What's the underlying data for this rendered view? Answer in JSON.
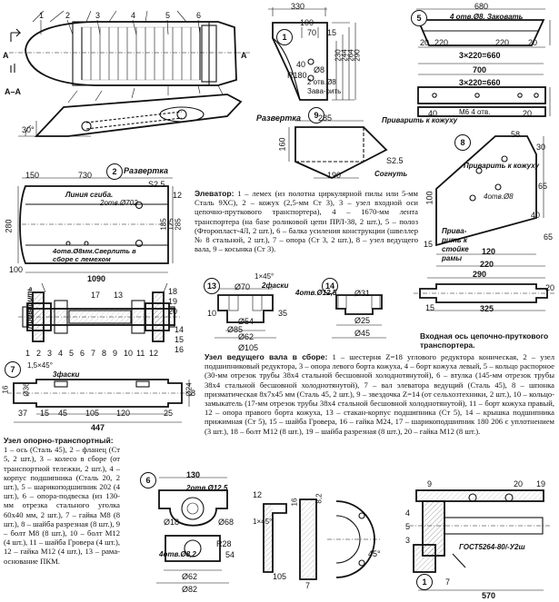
{
  "figures": {
    "fig1": {
      "section_label": "A–A",
      "arrow_a": "A",
      "angle_30": "30°",
      "callouts": [
        "1",
        "2",
        "3",
        "4",
        "5",
        "6"
      ]
    },
    "fig_dims_330": {
      "d330": "330",
      "d100": "100",
      "d70": "70",
      "d15": "15",
      "r180": "R180",
      "d8": "Ø8",
      "d40": "40",
      "slot_text": "2 отв.Ø8",
      "weld_text": "Зава-рить",
      "d230": "230",
      "d244": "244",
      "d264": "264",
      "d290": "290",
      "badge": "1"
    },
    "fig5": {
      "badge": "5",
      "d680": "680",
      "hole_text": "4 отв.Ø8. Заковать",
      "d20": "20",
      "d220": "220",
      "d3x220": "3×220=660",
      "d700": "700",
      "d3x220b": "3×220=660",
      "d40": "40",
      "d20b": "20",
      "bolt_text": "М6 4 отв."
    },
    "fig_razv9": {
      "title": "Развертка",
      "badge": "9",
      "d285": "285",
      "d160": "160",
      "d190": "190",
      "weld_text": "Приварить к кожуху",
      "s25": "S2.5",
      "bend_text": "Согнуть"
    },
    "fig_corner8": {
      "badge": "8",
      "d58": "58",
      "d30": "30",
      "d65": "65",
      "holes": "4отв.Ø8",
      "d120": "120",
      "d220": "220",
      "weld_text": "Приварить к кожуху",
      "weld_text2": "Прива-рить к стойке рамы",
      "d40": "40",
      "d15": "15",
      "d100": "100",
      "d65b": "65"
    },
    "fig2": {
      "badge": "2",
      "title": "Развертка",
      "d150": "150",
      "d730": "730",
      "line_text": "Линия сгиба.",
      "s25": "S2.5",
      "d280": "280",
      "holes1": "2отв.Ø702",
      "d125": "125",
      "d285": "285",
      "d185": "185",
      "holes2": "4отв.Ø8мм.Сверлить в сборе с лемехом",
      "d100": "100",
      "d1090": "1090",
      "d12": "12"
    },
    "fig_13_14": {
      "badge13": "13",
      "badge14": "14",
      "chamfer": "1×45°",
      "holes": "2фаски",
      "holes2": "4отв.Ø12,5",
      "d70": "Ø70",
      "d85": "Ø85",
      "d54": "Ø54",
      "d62": "Ø62",
      "d105": "Ø105",
      "d31": "Ø31",
      "d25": "Ø25",
      "d45": "Ø45",
      "d10": "10",
      "d35": "35"
    },
    "fig_axis": {
      "d290": "290",
      "d15": "15",
      "d325": "325",
      "d20": "20",
      "caption": "Входная ось цепочно-пруткового транспортера."
    },
    "fig_shaft7": {
      "badge": "7",
      "chamfer": "1,5×45°",
      "facets": "3фаски",
      "d36": "Ø36",
      "d24": "Ø24",
      "d37": "37",
      "d15": "15",
      "d45": "45",
      "d105": "105",
      "d120": "120",
      "d25": "25",
      "d447": "447",
      "d16": "16",
      "d8": "8"
    },
    "fig_assembly": {
      "weld_text": "Приварить",
      "callouts": [
        "17",
        "13",
        "18",
        "19",
        "20",
        "1",
        "2",
        "3",
        "4",
        "5",
        "6",
        "7",
        "8",
        "9",
        "10",
        "11",
        "12",
        "14",
        "15",
        "16"
      ]
    },
    "fig6": {
      "badge": "6",
      "d130": "130",
      "holes": "2отв.Ø12,5",
      "d18": "Ø18",
      "d68": "Ø68",
      "r28": "R28",
      "d54": "54",
      "holes2": "4отв.Ø8,2",
      "d62": "Ø62",
      "d82": "Ø82",
      "d12": "12",
      "chamfer": "1×45°",
      "d105": "105",
      "d16": "16",
      "d8": "8,2",
      "d7": "7",
      "d45": "45°"
    },
    "fig_bottom_assembly": {
      "callouts": [
        "9",
        "20",
        "19",
        "4",
        "5",
        "3",
        "1",
        "7"
      ],
      "gost": "ГОСТ5264-80/-У2ш",
      "d570": "570"
    }
  },
  "texts": {
    "elevator": {
      "title": "Элеватор:",
      "body": "1 – лемех (из полотна циркулярной пилы или 5-мм Сталь 9ХС), 2 – кожух (2,5-мм Ст 3), 3 – узел входной оси цепочно-пруткового транспортера), 4 – 1670-мм лента транспортера (на базе роликовой цепи ПРЛ-38, 2 шт.), 5 – полоз (Фторопласт-4Л, 2 шт.), 6 – балка усиления конструкции (швеллер № 8 стальной, 2 шт.), 7 – опора (Ст 3, 2 шт.), 8 – узел ведущего вала, 9 – косынка (Ст 3)."
    },
    "drive_shaft": {
      "title": "Узел ведущего вала в сборе:",
      "body": "1 – шестерня Z=18 углового редуктора коническая, 2 – узел подшипниковый редуктора, 3 – опора левого борта кожуха, 4 – борт кожуха левый, 5 – кольцо распорное (30-мм отрезок трубы 38х4 стальной бесшовной холоднотянутой), 6 – втулка (145-мм отрезок трубы 38х4 стальной бесшовной холоднотянутой), 7 – вал элеватора ведущий (Сталь 45), 8 – шпонка призматическая 8х7х45 мм (Сталь 45, 2 шт.), 9 – звездочка Z=14 (от сельхозтехники, 2 шт.), 10 – кольцо-замыкатель (17-мм отрезок трубы 38х4 стальной бесшовной холоднотянутой), 11 – борт кожуха правый, 12 – опора правого борта кожуха, 13 – стакан-корпус подшипника (Ст 5), 14 – крышка подшипника прижимная (Ст 5), 15 – шайба Гровера, 16 – гайка М24, 17 – шарикоподшипник 180 206 с уплотнением (3 шт.), 18 – болт М12 (8 шт.), 19 – шайба разрезная (8 шт.), 20 – гайка М12 (8 шт.)."
    },
    "support": {
      "title": "Узел опорно-транспортный:",
      "body": "1 – ось (Сталь 45), 2 – фланец (Ст 5, 2 шт.), 3 – колесо в сборе (от транспортной тележки, 2 шт.), 4 – корпус подшипника (Сталь 20, 2 шт.), 5 – шарикоподшипник 202 (4 шт.), 6 – опора-подвеска (из 130-мм отрезка стального уголка 60х40 мм, 2 шт.), 7 – гайка М8 (8 шт.), 8 – шайба разрезная (8 шт.), 9 – болт М8 (8 шт.), 10 – болт М12 (4 шт.), 11 – шайба Гровера (4 шт.), 12 – гайка М12 (4 шт.), 13 – рама-основание ПКМ."
    }
  }
}
